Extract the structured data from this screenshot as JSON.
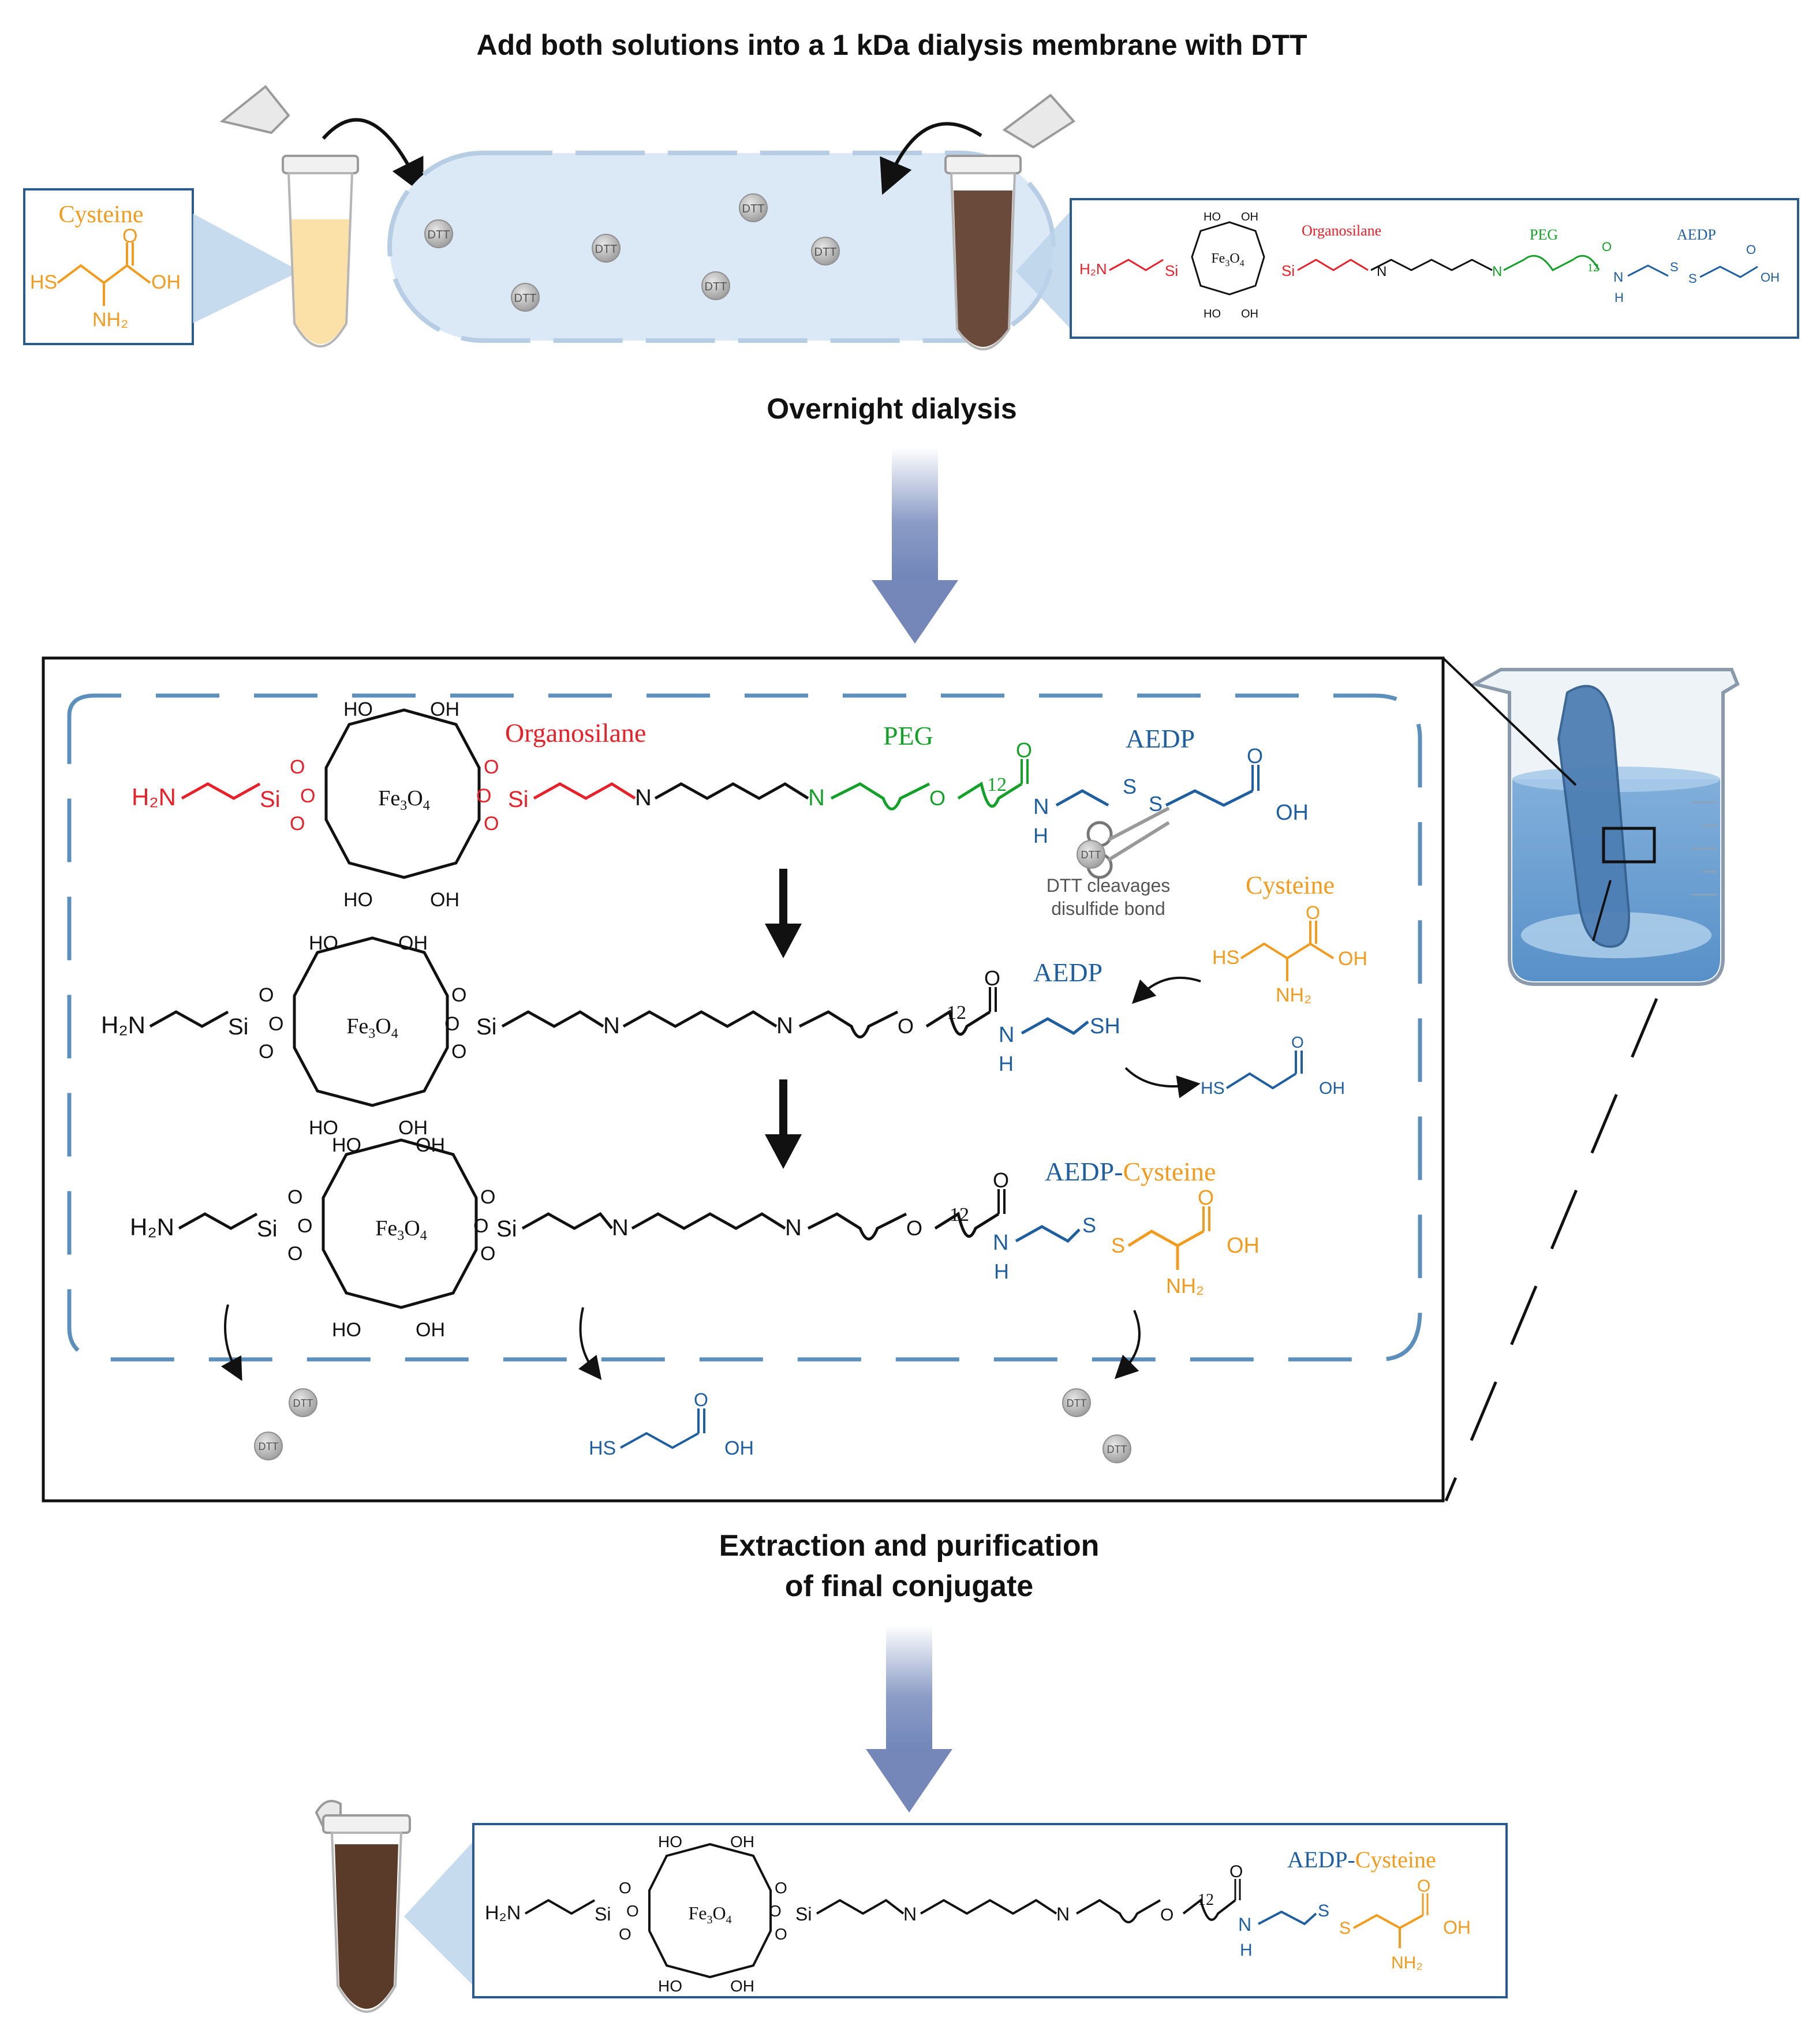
{
  "headings": {
    "step1": "Add both solutions into a 1 kDa dialysis membrane with DTT",
    "step2": "Overnight dialysis",
    "step3_line1": "Extraction and purification",
    "step3_line2": "of final conjugate"
  },
  "labels": {
    "cysteine": "Cysteine",
    "organosilane": "Organosilane",
    "peg": "PEG",
    "aedp": "AEDP",
    "aedp_part": "AEDP-",
    "cysteine_part": "Cysteine",
    "dtt": "DTT",
    "fe": "Fe",
    "o": "O",
    "sub3": "3",
    "sub4": "4",
    "sub2": "2",
    "n12": "12",
    "cleave_line1": "DTT cleavages",
    "cleave_line2": "disulfide bond"
  },
  "atoms": {
    "h2n": "H₂N",
    "nh2": "NH₂",
    "hs": "HS",
    "sh": "SH",
    "oh": "OH",
    "ho": "HO",
    "si": "Si",
    "n": "N",
    "h": "H",
    "s": "S",
    "o": "O"
  },
  "colors": {
    "red": "#e8202a",
    "green": "#15a02a",
    "blue": "#1f5fa0",
    "orange": "#f29b1f",
    "black": "#1a1a1a",
    "arrow": "#7a8fbf",
    "membrane": "#b7cde3",
    "dashed": "#5d8fbd",
    "box_border": "#2b5b8d"
  },
  "icons": [
    "eppendorf-tube-icon",
    "dialysis-bag-icon",
    "dtt-bead-icon",
    "beaker-icon",
    "scissors-icon",
    "down-arrow-icon"
  ]
}
